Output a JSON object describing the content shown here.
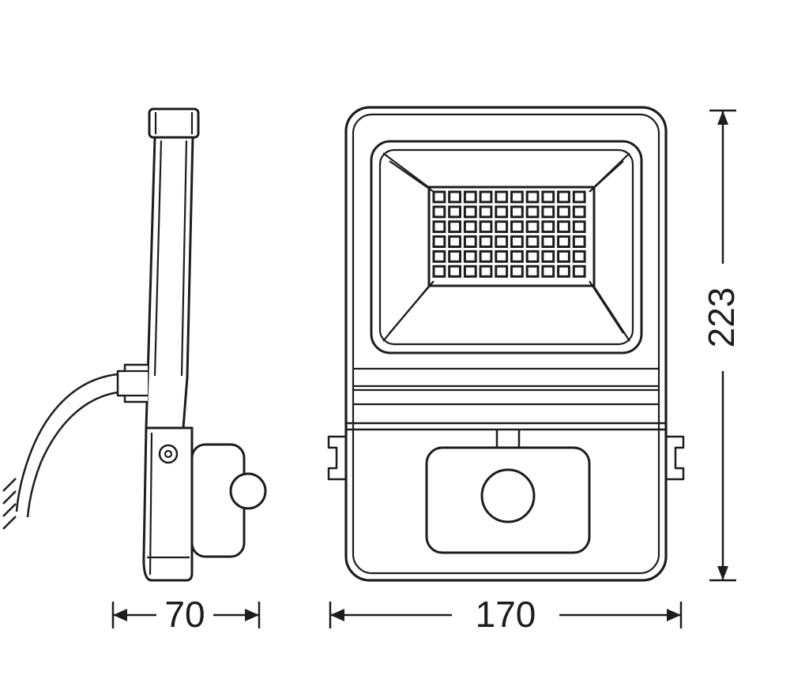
{
  "diagram": {
    "type": "technical-dimension-drawing",
    "subject": "led-floodlight-with-motion-sensor",
    "line_color": "#1d1d1b",
    "background_color": "#ffffff",
    "dimensions": {
      "side_width": "70",
      "front_width": "170",
      "front_height": "223"
    },
    "led_grid": {
      "rows": 6,
      "cols": 10
    }
  }
}
